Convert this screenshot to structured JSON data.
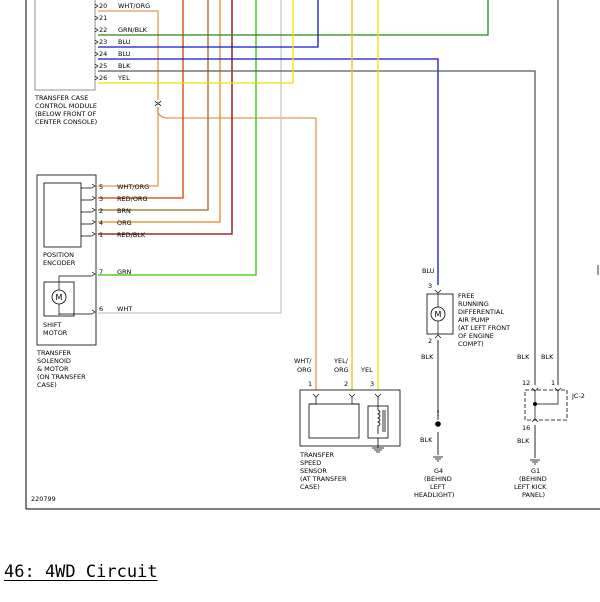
{
  "caption": "46: 4WD Circuit",
  "figure_id": "220799",
  "transfer_case_module": {
    "label_lines": [
      "TRANSFER CASE",
      "CONTROL MODULE",
      "(BELOW FRONT OF",
      "CENTER CONSOLE)"
    ],
    "pins": [
      {
        "pin": "20",
        "wire": "WHT/ORG"
      },
      {
        "pin": "21",
        "wire": ""
      },
      {
        "pin": "22",
        "wire": "GRN/BLK"
      },
      {
        "pin": "23",
        "wire": "BLU"
      },
      {
        "pin": "24",
        "wire": "BLU"
      },
      {
        "pin": "25",
        "wire": "BLK"
      },
      {
        "pin": "26",
        "wire": "YEL"
      }
    ]
  },
  "position_encoder": {
    "label_lines": [
      "POSITION",
      "ENCODER"
    ],
    "pins": [
      {
        "pin": "5",
        "wire": "WHT/ORG"
      },
      {
        "pin": "3",
        "wire": "RED/ORG"
      },
      {
        "pin": "2",
        "wire": "BRN"
      },
      {
        "pin": "4",
        "wire": "ORG"
      },
      {
        "pin": "1",
        "wire": "RED/BLK"
      }
    ]
  },
  "shift_motor": {
    "label_lines": [
      "SHIFT",
      "MOTOR"
    ],
    "pins": [
      {
        "pin": "7",
        "wire": "GRN"
      },
      {
        "pin": "6",
        "wire": "WHT"
      }
    ]
  },
  "solenoid_label_lines": [
    "TRANSFER",
    "SOLENOID",
    "& MOTOR",
    "(ON TRANSFER",
    "CASE)"
  ],
  "speed_sensor": {
    "label_lines": [
      "TRANSFER",
      "SPEED",
      "SENSOR",
      "(AT TRANSFER",
      "CASE)"
    ],
    "pins": [
      {
        "pin": "1",
        "wire_lines": [
          "WHT/",
          "ORG"
        ]
      },
      {
        "pin": "2",
        "wire_lines": [
          "YEL/",
          "ORG"
        ]
      },
      {
        "pin": "3",
        "wire_lines": [
          "YEL"
        ]
      }
    ]
  },
  "pump": {
    "label_lines": [
      "FREE",
      "RUNNING",
      "DIFFERENTIAL",
      "AIR PUMP",
      "(AT LEFT FRONT",
      "OF ENGINE",
      "COMPT)"
    ],
    "top_wire": "BLU",
    "top_pin": "3",
    "bottom_pin": "2",
    "bottom_wire": "BLK",
    "ground_wire": "BLK",
    "ground_label_lines": [
      "G4",
      "(BEHIND",
      "LEFT",
      "HEADLIGHT)"
    ]
  },
  "jc2": {
    "name": "JC-2",
    "wires_top": [
      "BLK",
      "BLK"
    ],
    "pins_top": [
      "12",
      "1"
    ],
    "pin_bottom": "16",
    "wire_bottom": "BLK",
    "ground_label_lines": [
      "G1",
      "(BEHIND",
      "LEFT KICK",
      "PANEL)"
    ]
  },
  "wire_colors": {
    "wht_org": "#e09a50",
    "red_org": "#cc4400",
    "brn": "#9c6a1c",
    "org": "#e08a1c",
    "red_blk": "#8b0000",
    "grn": "#33c400",
    "wht": "#c8c8c8",
    "grn_blk": "#1f8a1f",
    "blu": "#1515cc",
    "blk": "#5a5a5a",
    "yel": "#f0e000"
  }
}
